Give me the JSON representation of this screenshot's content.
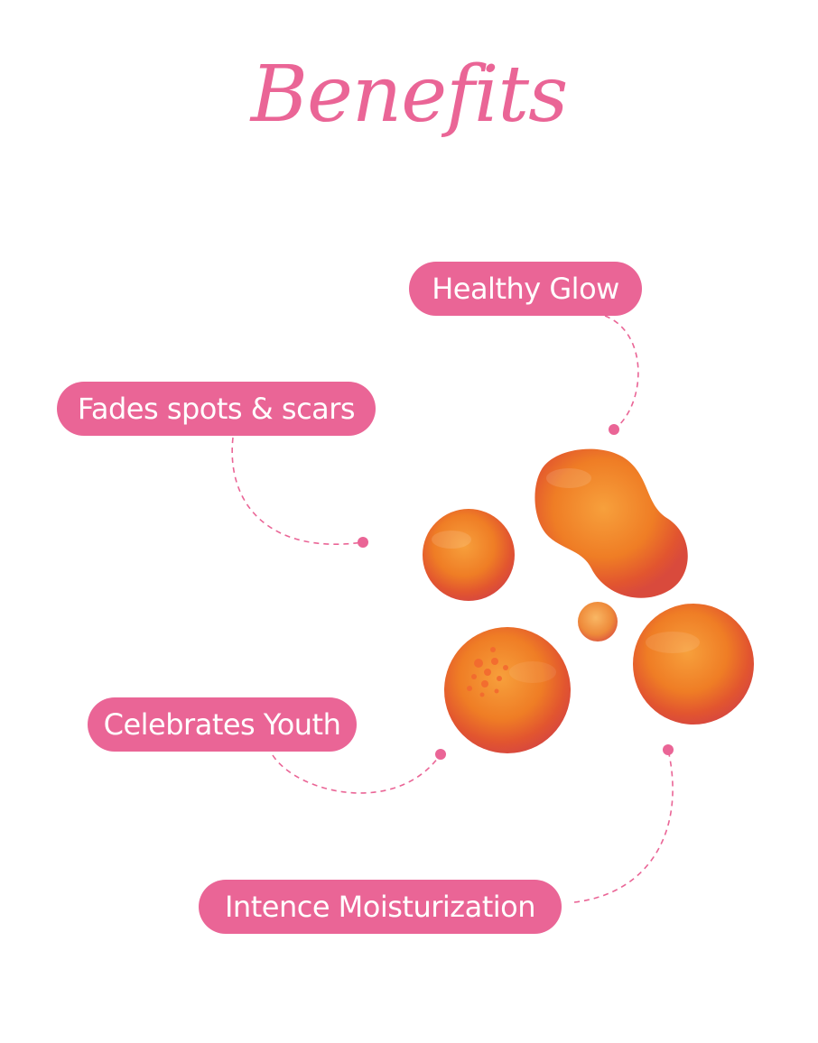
{
  "title": "Benefits",
  "benefits": [
    {
      "label": "Healthy Glow"
    },
    {
      "label": "Fades spots & scars"
    },
    {
      "label": "Celebrates Youth"
    },
    {
      "label": "Intence  Moisturization"
    }
  ],
  "colors": {
    "accent_pink": "#ea6596",
    "title_pink": "#ea6596",
    "oil_orange": "#ee7a26",
    "oil_edge": "#d9493a",
    "background": "#ffffff"
  },
  "icons": [
    "oil-drops-illustration"
  ]
}
